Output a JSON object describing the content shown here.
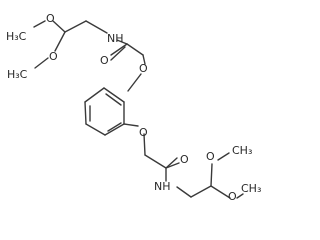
{
  "molecule": {
    "labels": {
      "o_methoxy_top_left": "O",
      "methyl_top_left_upper": "H₃C",
      "o_methoxy_top_right": "O",
      "methyl_top_left_lower": "H₃C",
      "amide_n_top": "NH",
      "amide_o_top": "O",
      "ether_o_top": "O",
      "ether_o_bottom": "O",
      "amide_o_bottom": "O",
      "amide_n_bottom": "NH",
      "o_methoxy_bottom_left": "O",
      "methyl_bottom_right_upper": "CH₃",
      "o_methoxy_bottom_right": "O",
      "methyl_bottom_right_lower": "CH₃"
    },
    "colors": {
      "bond": "#3a3a3a",
      "atom_text": "#2a2a2a",
      "background": "#ffffff"
    }
  }
}
